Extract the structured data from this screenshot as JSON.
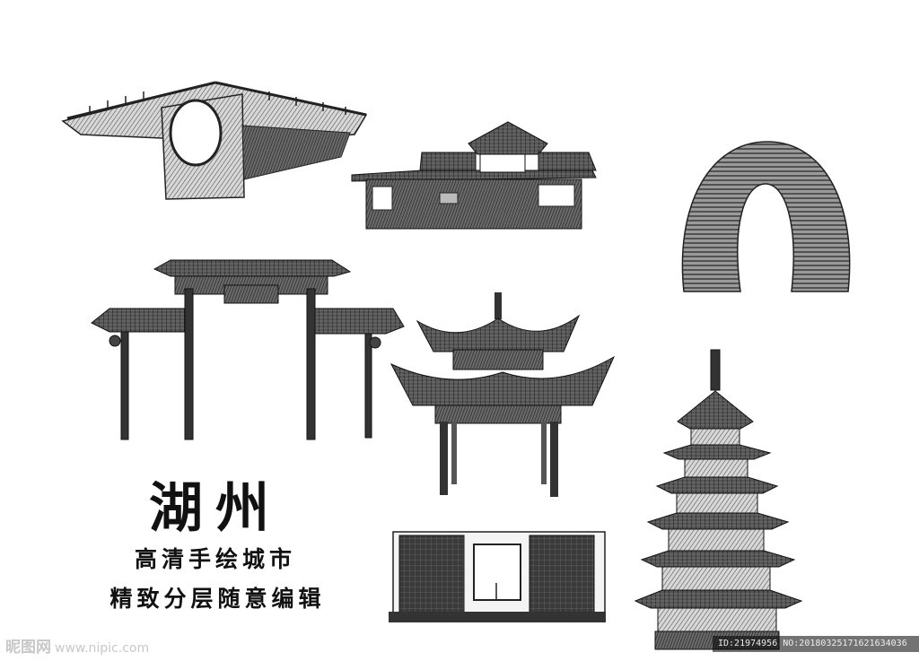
{
  "title": "湖州",
  "subtitle_1": "高清手绘城市",
  "subtitle_2": "精致分层随意编辑",
  "watermark": {
    "brand": "昵图网",
    "url": "www.nipic.com"
  },
  "image_id": "ID:21974956 NO:20180325171621634036",
  "colors": {
    "ink": "#1a1a1a",
    "background": "#ffffff"
  },
  "illustrations": [
    "stone-arch-bridge",
    "riverside-pavilion-house",
    "sheraton-horseshoe-hotel",
    "memorial-archway-gate",
    "double-eave-pavilion",
    "modern-gate-building",
    "feiying-pagoda"
  ]
}
